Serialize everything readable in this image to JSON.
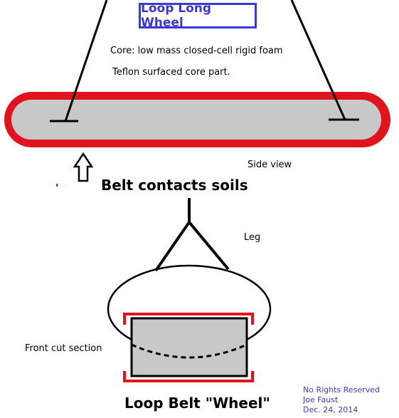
{
  "title": "Loop Long Wheel",
  "notes": {
    "core": "Core: low mass closed-cell rigid foam",
    "teflon": "Teflon surfaced core part."
  },
  "labels": {
    "side_view": "Side view",
    "belt_contacts": "Belt contacts soils",
    "leg": "Leg",
    "front_cut": "Front cut section",
    "bottom_title": "Loop Belt \"Wheel\""
  },
  "credits": {
    "line1": "No Rights Reserved",
    "line2": "Joe Faust",
    "line3": "Dec. 24, 2014"
  },
  "colors": {
    "belt": "#e0141c",
    "core": "#c8c8c8",
    "title": "#3a3ad0",
    "ink": "#000000"
  }
}
